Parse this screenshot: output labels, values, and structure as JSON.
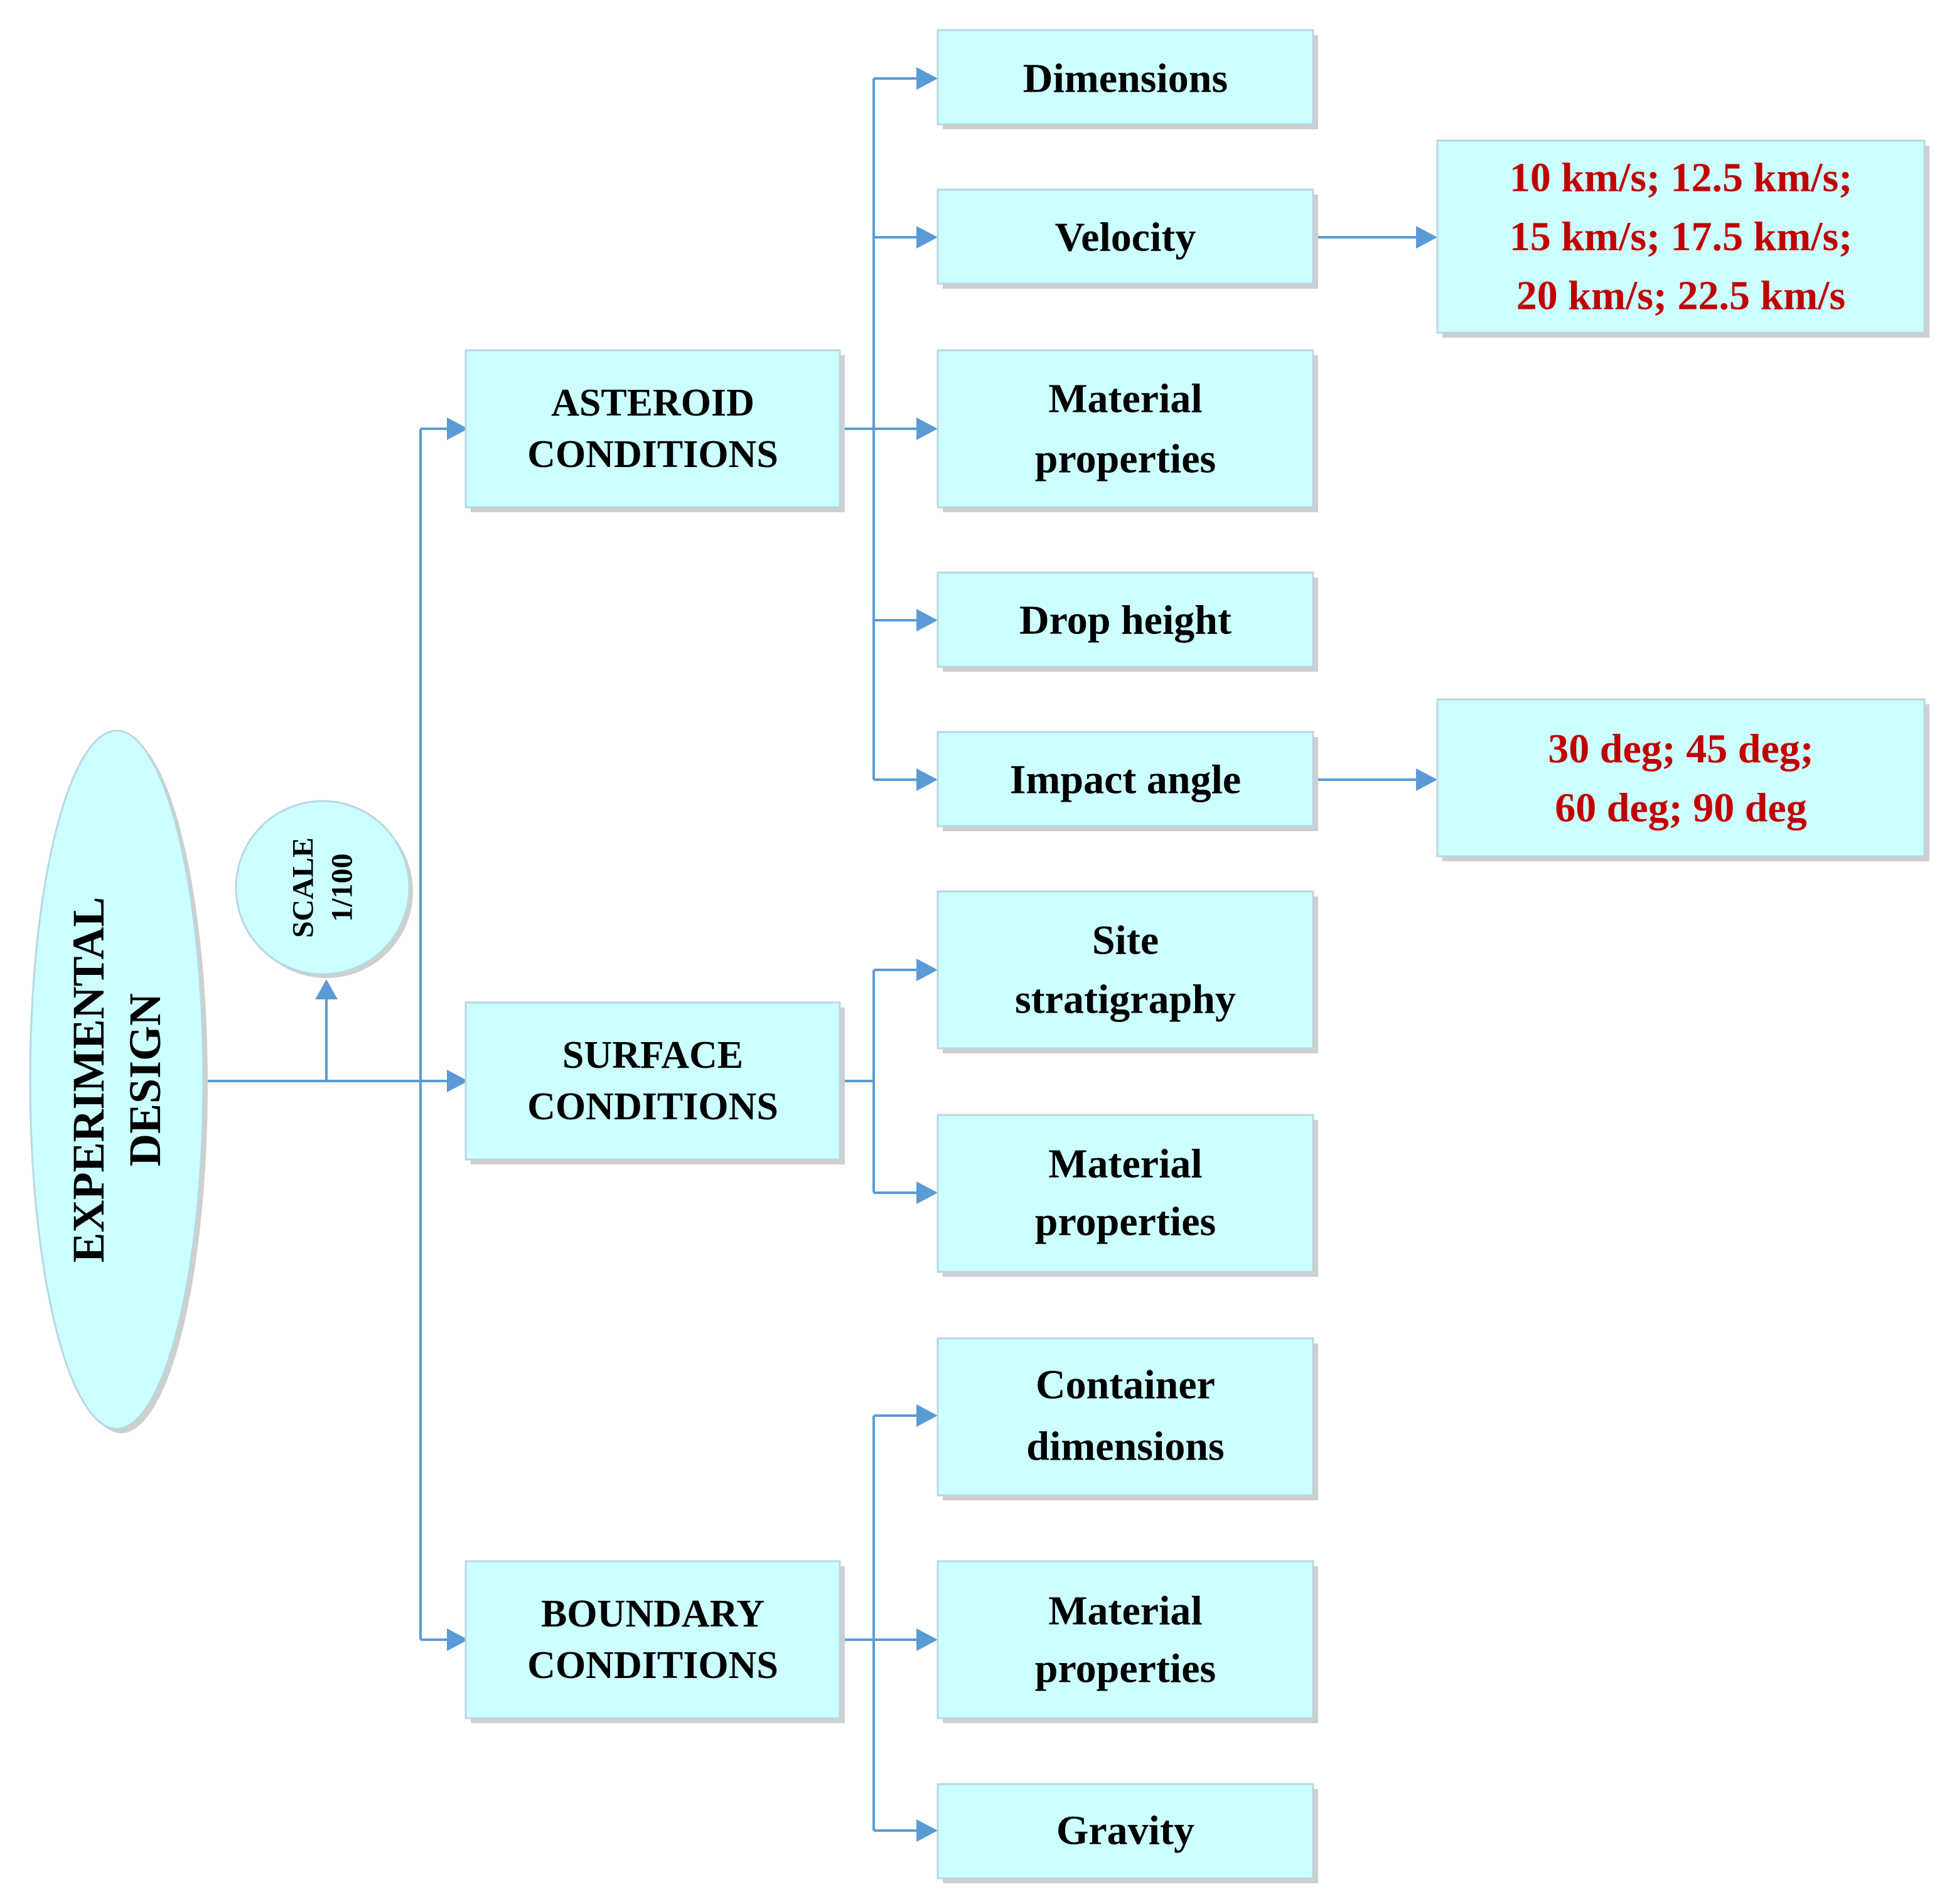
{
  "root": {
    "lines": [
      "EXPERIMENTAL",
      "DESIGN"
    ]
  },
  "scale": {
    "lines": [
      "SCALE",
      "1/100"
    ]
  },
  "groups": {
    "asteroid": {
      "lines": [
        "ASTEROID",
        "CONDITIONS"
      ]
    },
    "surface": {
      "lines": [
        "SURFACE",
        "CONDITIONS"
      ]
    },
    "boundary": {
      "lines": [
        "BOUNDARY",
        "CONDITIONS"
      ]
    }
  },
  "items": {
    "dimensions": {
      "lines": [
        "Dimensions"
      ]
    },
    "velocity": {
      "lines": [
        "Velocity"
      ]
    },
    "asteroid_material": {
      "lines": [
        "Material",
        "properties"
      ]
    },
    "drop_height": {
      "lines": [
        "Drop height"
      ]
    },
    "impact_angle": {
      "lines": [
        "Impact angle"
      ]
    },
    "site_stratigraphy": {
      "lines": [
        "Site",
        "stratigraphy"
      ]
    },
    "surface_material": {
      "lines": [
        "Material",
        "properties"
      ]
    },
    "container_dimensions": {
      "lines": [
        "Container",
        "dimensions"
      ]
    },
    "boundary_material": {
      "lines": [
        "Material",
        "properties"
      ]
    },
    "gravity": {
      "lines": [
        "Gravity"
      ]
    }
  },
  "values": {
    "velocity": {
      "lines": [
        "10 km/s; 12.5 km/s;",
        "15 km/s; 17.5 km/s;",
        "20 km/s; 22.5 km/s"
      ]
    },
    "impact_angle": {
      "lines": [
        "30 deg; 45 deg;",
        "60 deg; 90 deg"
      ]
    }
  },
  "colors": {
    "box_fill": "#ccffff",
    "connector": "#5b9bd5",
    "value_text": "#c00000",
    "label_text": "#000000"
  }
}
